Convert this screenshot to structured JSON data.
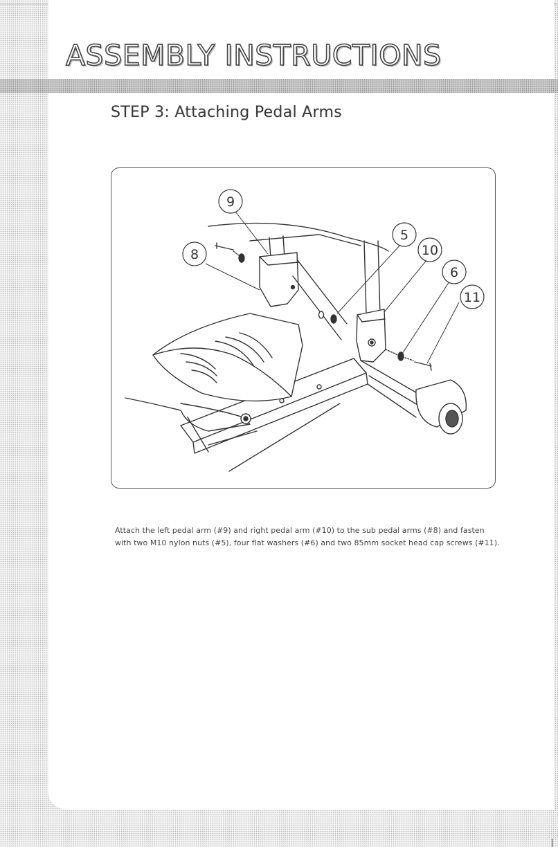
{
  "header": {
    "title": "ASSEMBLY INSTRUCTIONS"
  },
  "step": {
    "title": "STEP 3: Attaching Pedal Arms"
  },
  "figure": {
    "callouts": {
      "left_pedal_arm": "9",
      "sub_pedal_arms": "8",
      "nylon_nut": "5",
      "right_pedal_arm": "10",
      "flat_washer": "6",
      "socket_screw": "11"
    }
  },
  "instructions": {
    "text": "Attach the left pedal arm (#9) and right pedal arm (#10) to the sub pedal arms (#8) and fasten with two M10 nylon nuts (#5), four flat washers (#6) and two 85mm socket head cap screws (#11)."
  },
  "colors": {
    "ink": "#333333",
    "paper": "#ffffff",
    "screen_tone": "#cfcfcf"
  }
}
